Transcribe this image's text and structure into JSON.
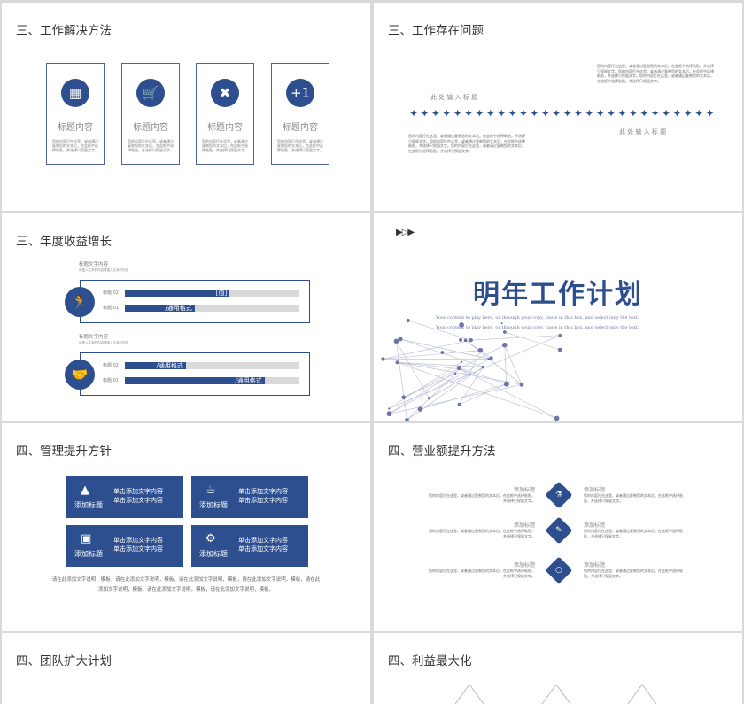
{
  "accent": "#2e4f8f",
  "slides": {
    "s1": {
      "title": "三、工作解决方法",
      "cards": [
        {
          "icon": "presentation-board-icon",
          "glyph": "▦",
          "title": "标题内容",
          "body": "您的内容打在这里，或者通过复制您的文本后，在此框中选择粘贴，并选择只保留文字。"
        },
        {
          "icon": "shopping-cart-icon",
          "glyph": "🛒",
          "title": "标题内容",
          "body": "您的内容打在这里，或者通过复制您的文本后，在此框中选择粘贴，并选择只保留文字。"
        },
        {
          "icon": "tools-icon",
          "glyph": "✖",
          "title": "标题内容",
          "body": "您的内容打在这里，或者通过复制您的文本后，在此框中选择粘贴，并选择只保留文字。"
        },
        {
          "icon": "calendar-plus-one-icon",
          "glyph": "+1",
          "title": "标题内容",
          "body": "您的内容打在这里，或者通过复制您的文本后，在此框中选择粘贴，并选择只保留文字。"
        }
      ]
    },
    "s2": {
      "title": "三、工作存在问题",
      "label_left": "此 处 输 入 标 题",
      "label_right": "此 处 输 入 标 题",
      "text_top": "您的内容打在这里，或者通过复制您的文本后，在此框中选择粘贴，并选择只保留文字。您的内容打在这里，或者通过复制您的文本后，在此框中选择粘贴，并选择只保留文字。您的内容打在这里，或者通过复制您的文本后，在此框中选择粘贴，并选择只保留文字。",
      "text_bottom": "您的内容打在这里，或者通过复制您的文本后，在此框中选择粘贴，并选择只保留文字。您的内容打在这里，或者通过复制您的文本后，在此框中选择粘贴，并选择只保留文字。您的内容打在这里，或者通过复制您的文本后，在此框中选择粘贴，并选择只保留文字。"
    },
    "s3": {
      "title": "三、年度收益增长",
      "groups": [
        {
          "icon": "running-exit-icon",
          "heading": "标题文字内容",
          "sub": "请插入文本的内容请插入文本的内容",
          "bars": [
            {
              "label": "标题 02",
              "value": 0.6,
              "text": "[值]"
            },
            {
              "label": "标题 01",
              "value": 0.4,
              "text": "/通用格式"
            }
          ]
        },
        {
          "icon": "handshake-icon",
          "heading": "标题文字内容",
          "sub": "请插入文本的内容请插入文本的内容",
          "bars": [
            {
              "label": "标题 02",
              "value": 0.35,
              "text": "/通用格式"
            },
            {
              "label": "标题 01",
              "value": 0.8,
              "text": "/通用格式"
            }
          ]
        }
      ]
    },
    "s4": {
      "title": "明年工作计划",
      "line1": "Your content to play here, or through your copy, paste in this box, and select only the text.",
      "line2": "Your content to play here, or through your copy, paste in this box, and select only the text."
    },
    "s5": {
      "title": "四、管理提升方针",
      "boxes": [
        {
          "icon": "image-icon",
          "glyph": "▲",
          "title": "添加标题",
          "l1": "单击添加文字内容",
          "l2": "单击添加文字内容"
        },
        {
          "icon": "coffee-cup-icon",
          "glyph": "☕",
          "title": "添加标题",
          "l1": "单击添加文字内容",
          "l2": "单击添加文字内容"
        },
        {
          "icon": "sofa-icon",
          "glyph": "▣",
          "title": "添加标题",
          "l1": "单击添加文字内容",
          "l2": "单击添加文字内容"
        },
        {
          "icon": "gears-icon",
          "glyph": "⚙",
          "title": "添加标题",
          "l1": "单击添加文字内容",
          "l2": "单击添加文字内容"
        }
      ],
      "footer1": "请在此添加文字说明，模板，请在此添加文字说明，模板，请在此添加文字说明，模板，请在此添加文字说明，模板，请在此",
      "footer2": "添加文字说明，模板，请在此添加文字说明，模板，请在此添加文字说明，模板。"
    },
    "s6": {
      "title": "四、营业额提升方法",
      "rows": [
        {
          "icon": "flask-icon",
          "left_title": "添加标题",
          "left_body": "您的内容打在这里，或者通过复制您的文本后，在此框中选择粘贴，并选择只保留文字。",
          "right_title": "添加标题",
          "right_body": "您的内容打在这里，或者通过复制您的文本后，在此框中选择粘贴，并选择只保留文字。"
        },
        {
          "icon": "pill-icon",
          "left_title": "添加标题",
          "left_body": "您的内容打在这里，或者通过复制您的文本后，在此框中选择粘贴，并选择只保留文字。",
          "right_title": "添加标题",
          "right_body": "您的内容打在这里，或者通过复制您的文本后，在此框中选择粘贴，并选择只保留文字。"
        },
        {
          "icon": "lightbulb-icon",
          "left_title": "添加标题",
          "left_body": "您的内容打在这里，或者通过复制您的文本后，在此框中选择粘贴，并选择只保留文字。",
          "right_title": "添加标题",
          "right_body": "您的内容打在这里，或者通过复制您的文本后，在此框中选择粘贴，并选择只保留文字。"
        }
      ]
    },
    "s7": {
      "title": "四、团队扩大计划"
    },
    "s8": {
      "title": "四、利益最大化"
    }
  }
}
